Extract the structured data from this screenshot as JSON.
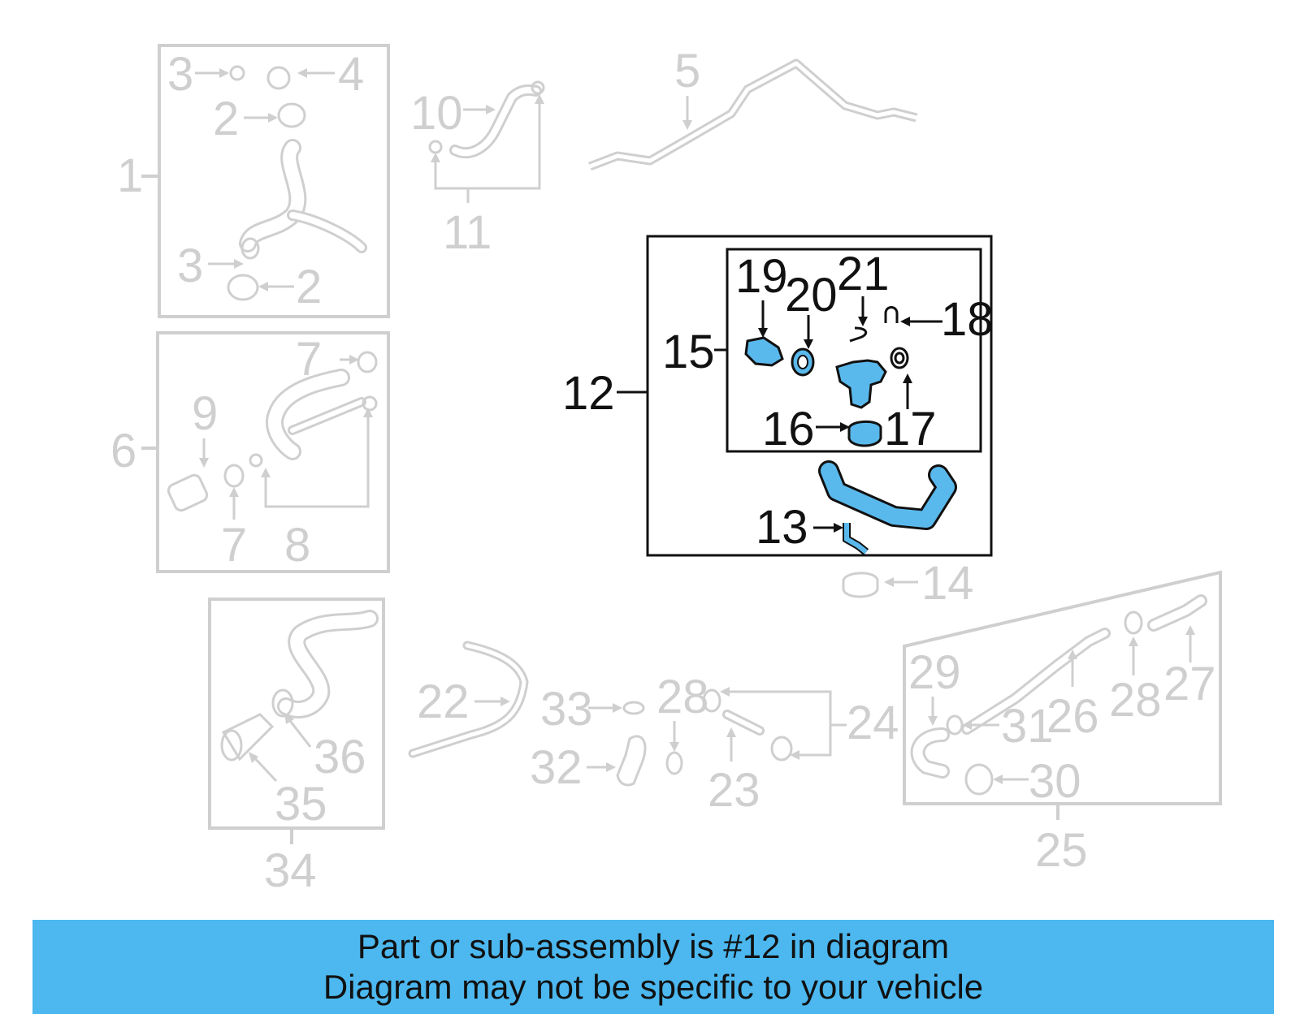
{
  "labels": {
    "l1": "1",
    "l2a": "2",
    "l2b": "2",
    "l3a": "3",
    "l3b": "3",
    "l4": "4",
    "l5": "5",
    "l6": "6",
    "l7a": "7",
    "l7b": "7",
    "l8": "8",
    "l9": "9",
    "l10": "10",
    "l11": "11",
    "l12": "12",
    "l13": "13",
    "l14": "14",
    "l15": "15",
    "l16": "16",
    "l17": "17",
    "l18": "18",
    "l19": "19",
    "l20": "20",
    "l21": "21",
    "l22": "22",
    "l23": "23",
    "l24": "24",
    "l25": "25",
    "l26": "26",
    "l27": "27",
    "l28a": "28",
    "l28b": "28",
    "l29": "29",
    "l30": "30",
    "l31": "31",
    "l32": "32",
    "l33": "33",
    "l34": "34",
    "l35": "35",
    "l36": "36"
  },
  "banner": {
    "line1": "Part or sub-assembly is #12 in diagram",
    "line2": "Diagram may not be specific to your vehicle"
  },
  "colors": {
    "highlight": "#5ab9ec",
    "banner": "#4cb8ef",
    "inactive": "#cfcfcf"
  }
}
